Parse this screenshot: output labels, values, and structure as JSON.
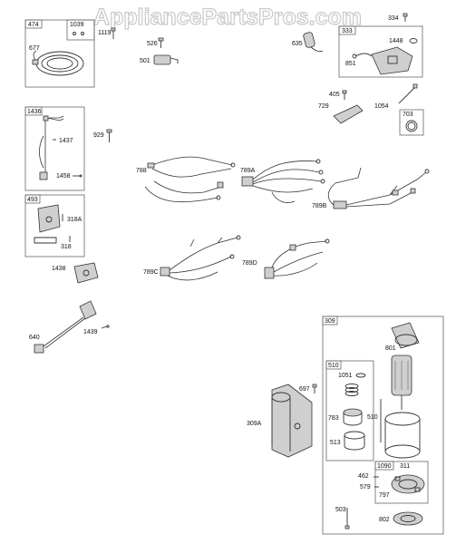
{
  "watermark": "AppliancePartsPros.com",
  "labels": {
    "p474": "474",
    "p1039": "1039",
    "p1119": "1119",
    "p677": "677",
    "p526": "526",
    "p501": "501",
    "p635": "635",
    "p334": "334",
    "p333": "333",
    "p1448": "1448",
    "p851": "851",
    "p405": "405",
    "p729": "729",
    "p1054": "1054",
    "p703": "703",
    "p1436": "1436",
    "p1437": "1437",
    "p1458": "1458",
    "p929": "929",
    "p788": "788",
    "p789A": "789A",
    "p789B": "789B",
    "p493": "493",
    "p318A": "318A",
    "p318": "318",
    "p789C": "789C",
    "p789D": "789D",
    "p1438": "1438",
    "p640": "640",
    "p1439": "1439",
    "p309": "309",
    "p801": "801",
    "p510": "510",
    "p1051": "1051",
    "p783": "783",
    "p513": "513",
    "p697": "697",
    "p309A": "309A",
    "p1090": "1090",
    "p311": "311",
    "p462": "462",
    "p579": "579",
    "p797": "797",
    "p503": "503",
    "p802": "802"
  }
}
